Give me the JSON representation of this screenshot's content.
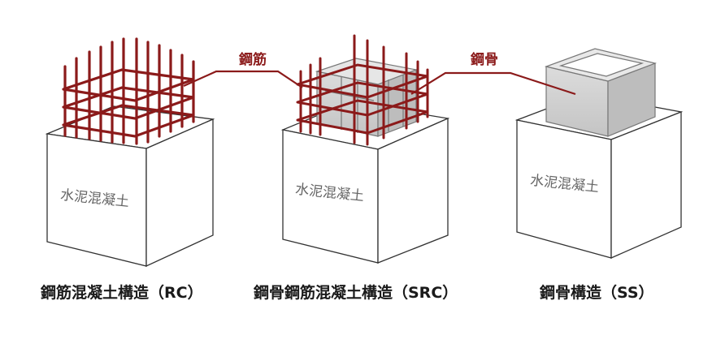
{
  "labels": {
    "rebar": "鋼筋",
    "steel": "鋼骨",
    "concrete": "水泥混凝土"
  },
  "captions": {
    "rc": "鋼筋混凝土構造（RC）",
    "src": "鋼骨鋼筋混凝土構造（SRC）",
    "ss": "鋼骨構造（SS）"
  },
  "colors": {
    "rebar": "#8b1a1a",
    "label": "#8b1a1a",
    "concrete_text": "#666666",
    "steel_fill": "#d3d3d3"
  }
}
